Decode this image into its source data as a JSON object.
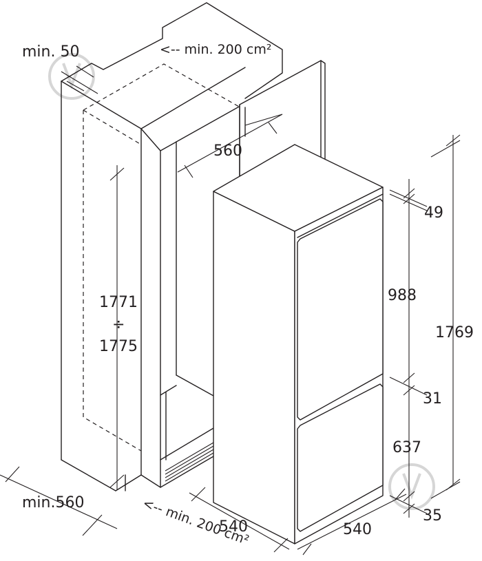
{
  "labels": {
    "top_clearance": "min. 50",
    "top_vent": "<-- min. 200 cm²",
    "niche_depth": "560",
    "niche_height_min": "1771",
    "niche_height_sep": "÷",
    "niche_height_max": "1775",
    "floor_depth": "min.560",
    "bottom_vent": "<-- min. 200 cm²",
    "fridge_width": "540",
    "fridge_depth": "540",
    "dim_top_gap": "49",
    "dim_upper_door": "988",
    "dim_door_gap": "31",
    "dim_lower_door": "637",
    "dim_bottom_gap": "35",
    "dim_total_height": "1769"
  },
  "colors": {
    "line": "#231f20",
    "watermark": "#d6d6d6"
  },
  "icons": [
    "watermark-logo-icon"
  ]
}
